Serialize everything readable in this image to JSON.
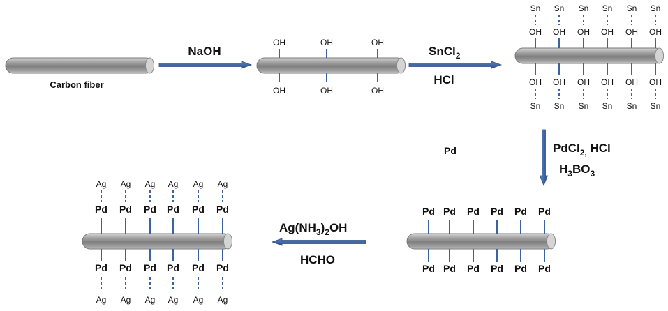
{
  "colors": {
    "fiber_dark": "#8e8e8e",
    "fiber_mid": "#a9a9a9",
    "fiber_light": "#d4d4d4",
    "arrow": "#3b63a3",
    "bond": "#3b63a3",
    "text": "#111111"
  },
  "labels": {
    "carbon_fiber": "Carbon fiber",
    "naoh": "NaOH",
    "sncl2_base": "SnCl",
    "sncl2_sub": "2",
    "hcl": "HCl",
    "pdcl2_base": "PdCl",
    "pdcl2_sub": "2,",
    "pdcl2_rest": " HCl",
    "h3bo3_h": "H",
    "h3bo3_sub1": "3",
    "h3bo3_bo": "BO",
    "h3bo3_sub2": "3",
    "pd_floating": "Pd",
    "ag_base1": "Ag(NH",
    "ag_sub1": "3",
    "ag_base2": ")",
    "ag_sub2": "2",
    "ag_base3": "OH",
    "hcho": "HCHO"
  },
  "groups": {
    "oh": "OH",
    "sn": "Sn",
    "pd": "Pd",
    "ag": "Ag"
  }
}
